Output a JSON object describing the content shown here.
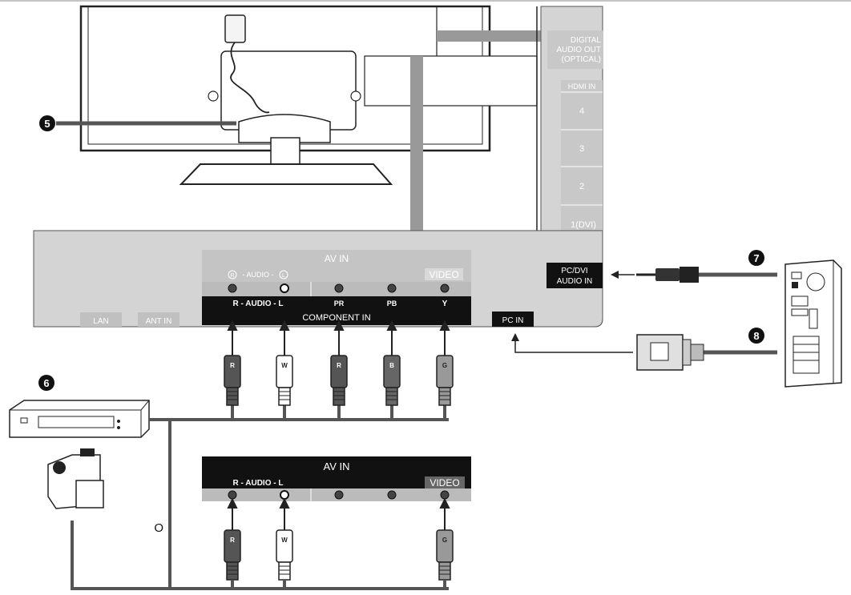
{
  "callouts": {
    "c5": "5",
    "c6": "6",
    "c7": "7",
    "c8": "8"
  },
  "side_panel": {
    "optical_line1": "DIGITAL",
    "optical_line2": "AUDIO OUT",
    "optical_line3": "(OPTICAL)",
    "hdmi_header": "HDMI IN",
    "hdmi_4": "4",
    "hdmi_3": "3",
    "hdmi_2": "2",
    "hdmi_1": "1(DVI)",
    "pc_audio_line1": "PC/DVI",
    "pc_audio_line2": "AUDIO IN"
  },
  "bottom_panel": {
    "lan": "LAN",
    "ant_in": "ANT IN",
    "av_in": "AV IN",
    "av_audio_r": "R",
    "av_audio_mid": "- AUDIO -",
    "av_audio_l": "L",
    "video": "VIDEO",
    "comp_audio": "R  - AUDIO -  L",
    "pr": "PR",
    "pb": "PB",
    "y": "Y",
    "component_in": "COMPONENT IN",
    "pc_in": "PC IN"
  },
  "plugs": {
    "r": "R",
    "w": "W",
    "b": "B",
    "g": "G"
  },
  "lower_panel": {
    "av_in": "AV IN",
    "audio": "R  - AUDIO -  L",
    "video": "VIDEO"
  },
  "or_label": "O"
}
